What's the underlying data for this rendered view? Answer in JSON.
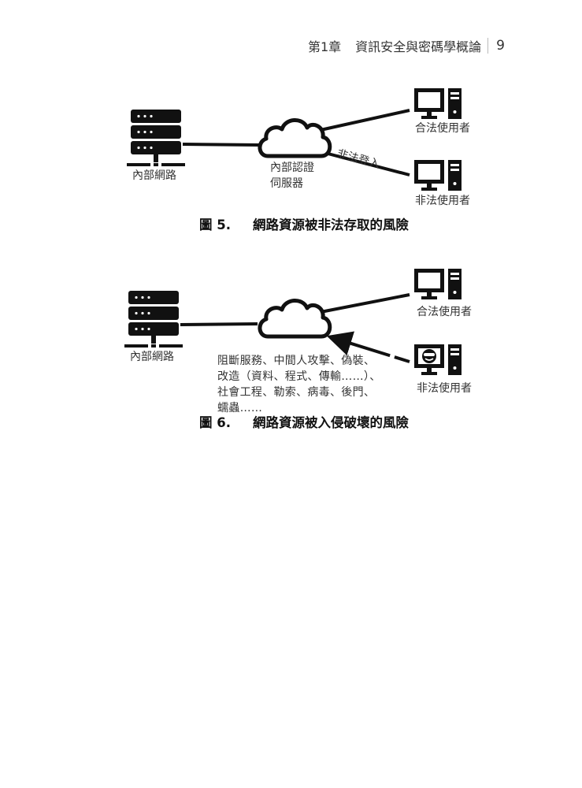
{
  "header": {
    "chapter": "第1章",
    "title": "資訊安全與密碼學概論",
    "page_number": "9"
  },
  "figure5": {
    "server_label": "內部網路",
    "cloud_label_line1": "內部認證",
    "cloud_label_line2": "伺服器",
    "legit_user_label": "合法使用者",
    "illegal_login_label": "非法登入",
    "illegal_user_label": "非法使用者",
    "caption_number": "圖 5.",
    "caption_text": "網路資源被非法存取的風險"
  },
  "figure6": {
    "server_label": "內部網路",
    "legit_user_label": "合法使用者",
    "illegal_user_label": "非法使用者",
    "attacks_text": "阻斷服務、中間人攻擊、偽裝、改造（資料、程式、傳輸……）、社會工程、勒索、病毒、後門、蠕蟲……",
    "caption_number": "圖 6.",
    "caption_text": "網路資源被入侵破壞的風險"
  },
  "icons": [
    "server-icon",
    "cloud-icon",
    "desktop-computer-icon",
    "hacker-computer-icon"
  ]
}
